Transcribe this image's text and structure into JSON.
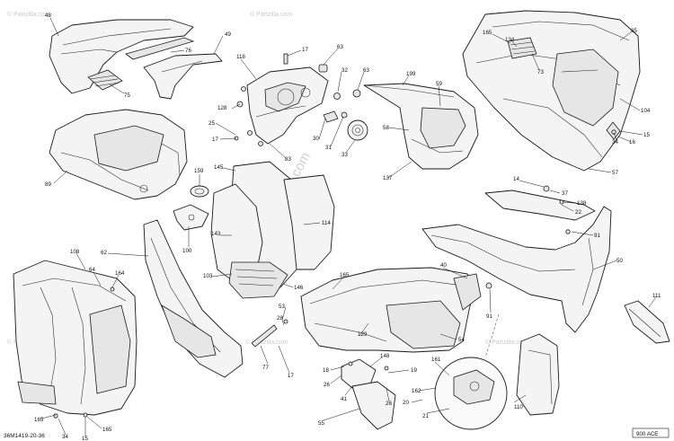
{
  "diagram": {
    "drawing_code": "36M1419-20-36",
    "variant_tag": "900 ACE",
    "watermark_corner": "© Partzilla.com",
    "watermark_center": "© Partzilla.com",
    "callouts": [
      "48",
      "76",
      "75",
      "49",
      "118",
      "17",
      "63",
      "32",
      "63",
      "199",
      "59",
      "85",
      "165",
      "134",
      "73",
      "104",
      "128",
      "25",
      "17",
      "83",
      "30",
      "31",
      "33",
      "58",
      "34",
      "16",
      "15",
      "89",
      "159",
      "145",
      "137",
      "57",
      "14",
      "37",
      "138",
      "22",
      "100",
      "143",
      "114",
      "91",
      "108",
      "62",
      "64",
      "164",
      "103",
      "146",
      "165",
      "40",
      "50",
      "53",
      "28",
      "129",
      "54",
      "91",
      "111",
      "77",
      "17",
      "18",
      "148",
      "19",
      "26",
      "161",
      "41",
      "26",
      "162",
      "20",
      "21",
      "55",
      "165",
      "34",
      "15",
      "165",
      "110"
    ]
  }
}
